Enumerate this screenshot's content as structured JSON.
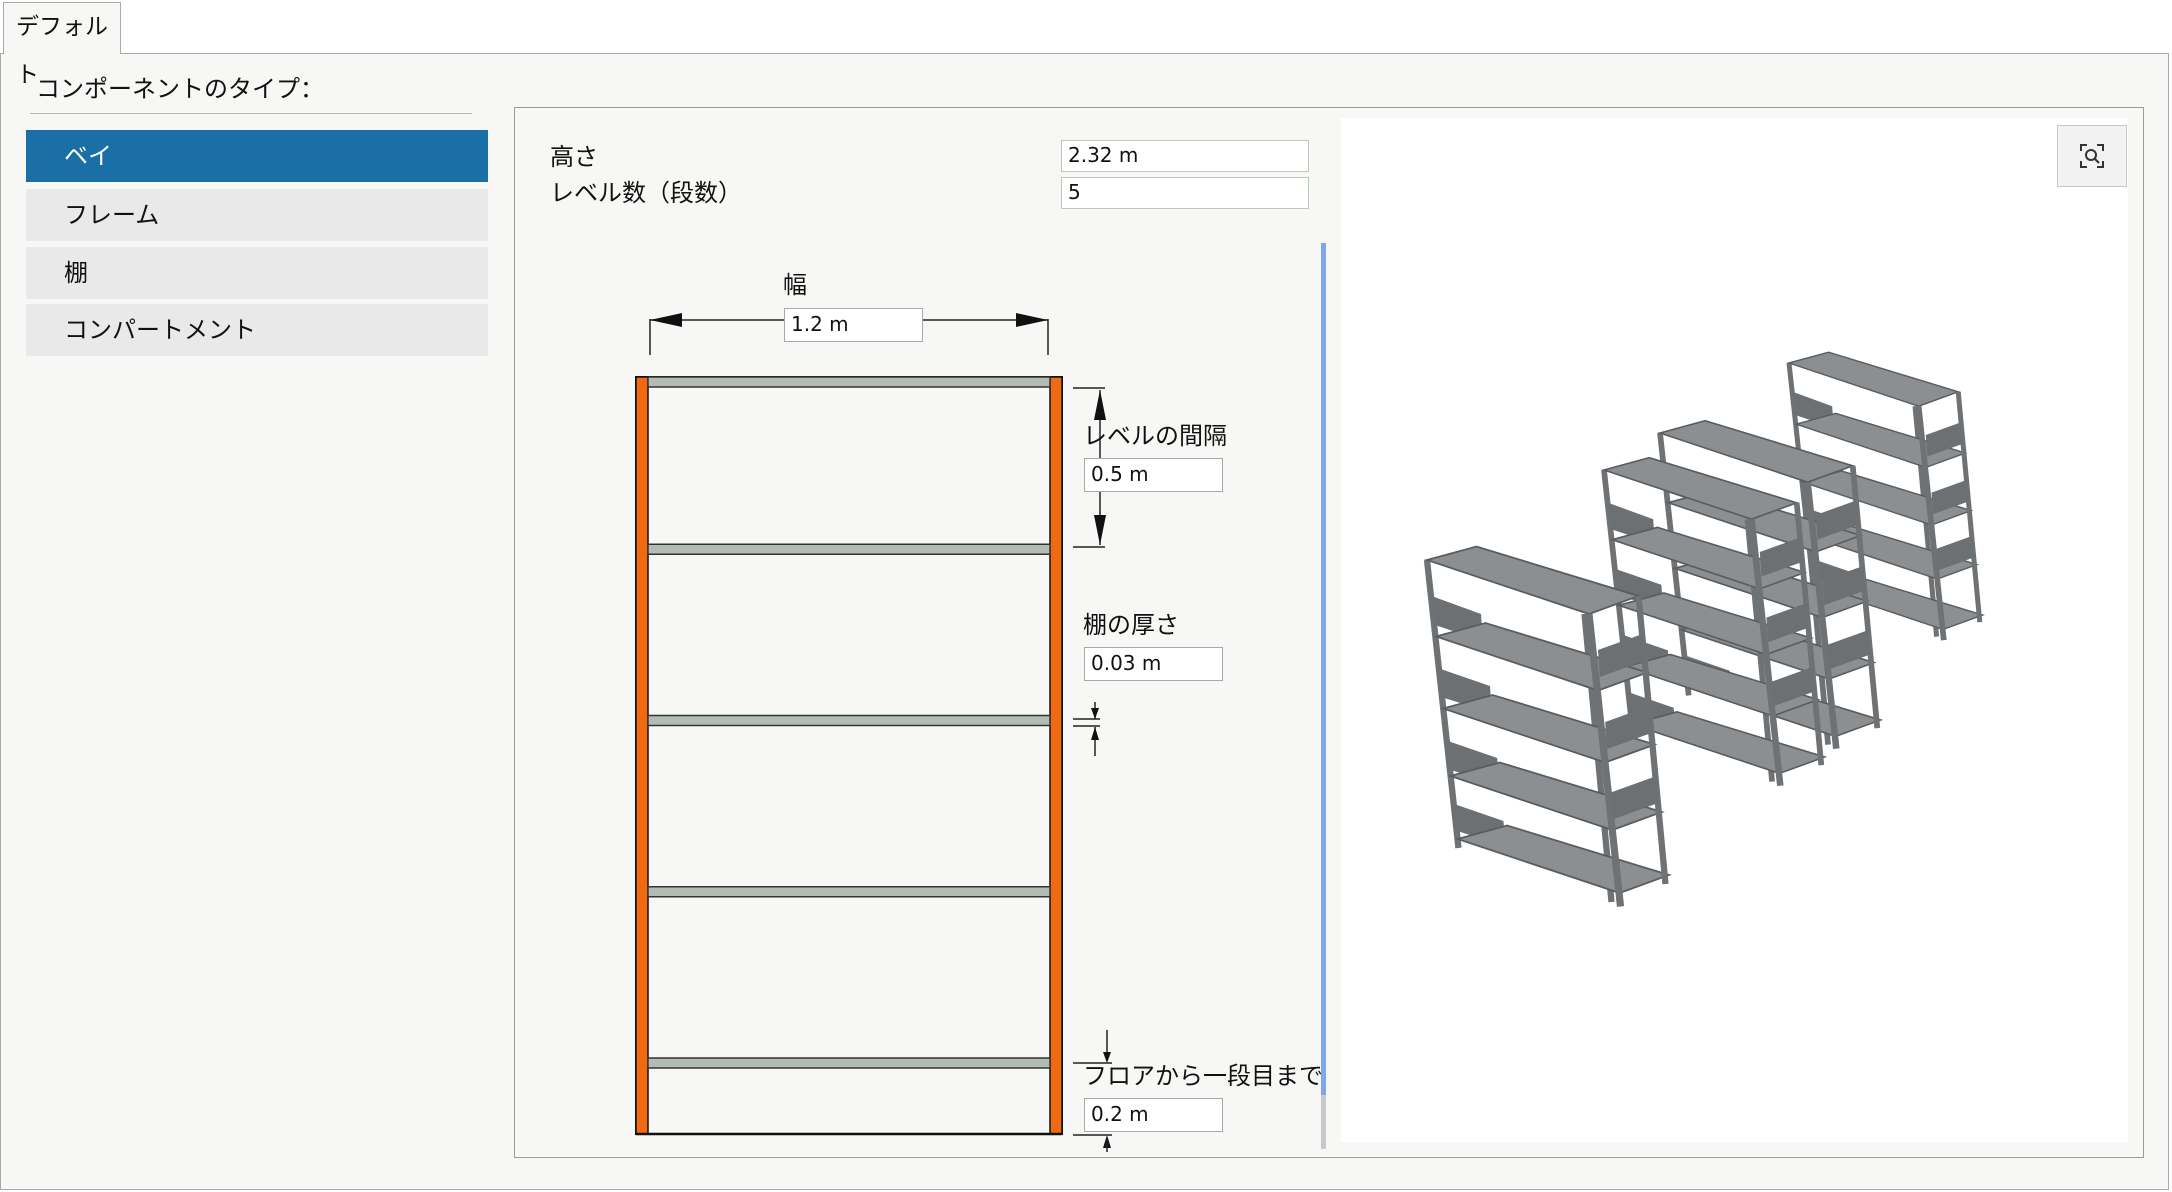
{
  "tab": {
    "label": "デフォルト"
  },
  "component_type_label": "コンポーネントのタイプ：",
  "component_types": [
    {
      "label": "ベイ",
      "selected": true
    },
    {
      "label": "フレーム",
      "selected": false
    },
    {
      "label": "棚",
      "selected": false
    },
    {
      "label": "コンパートメント",
      "selected": false
    }
  ],
  "params": {
    "height_label": "高さ",
    "height_value": "2.32 m",
    "levels_label": "レベル数（段数）",
    "levels_value": "5"
  },
  "diagram": {
    "width_label": "幅",
    "width_value": "1.2 m",
    "level_spacing_label": "レベルの間隔",
    "level_spacing_value": "0.5 m",
    "shelf_thickness_label": "棚の厚さ",
    "shelf_thickness_value": "0.03 m",
    "floor_to_first_label": "フロアから一段目まで",
    "floor_to_first_value": "0.2 m",
    "shelf_count": 5
  },
  "colors": {
    "selected_item": "#1a70a6",
    "upright": "#f26a0f",
    "shelf": "#b3bcb3",
    "splitter": "#7ea8e8",
    "rack_3d": "#8c8f92"
  },
  "icons": {
    "zoom_fit": "zoom-fit-icon"
  }
}
